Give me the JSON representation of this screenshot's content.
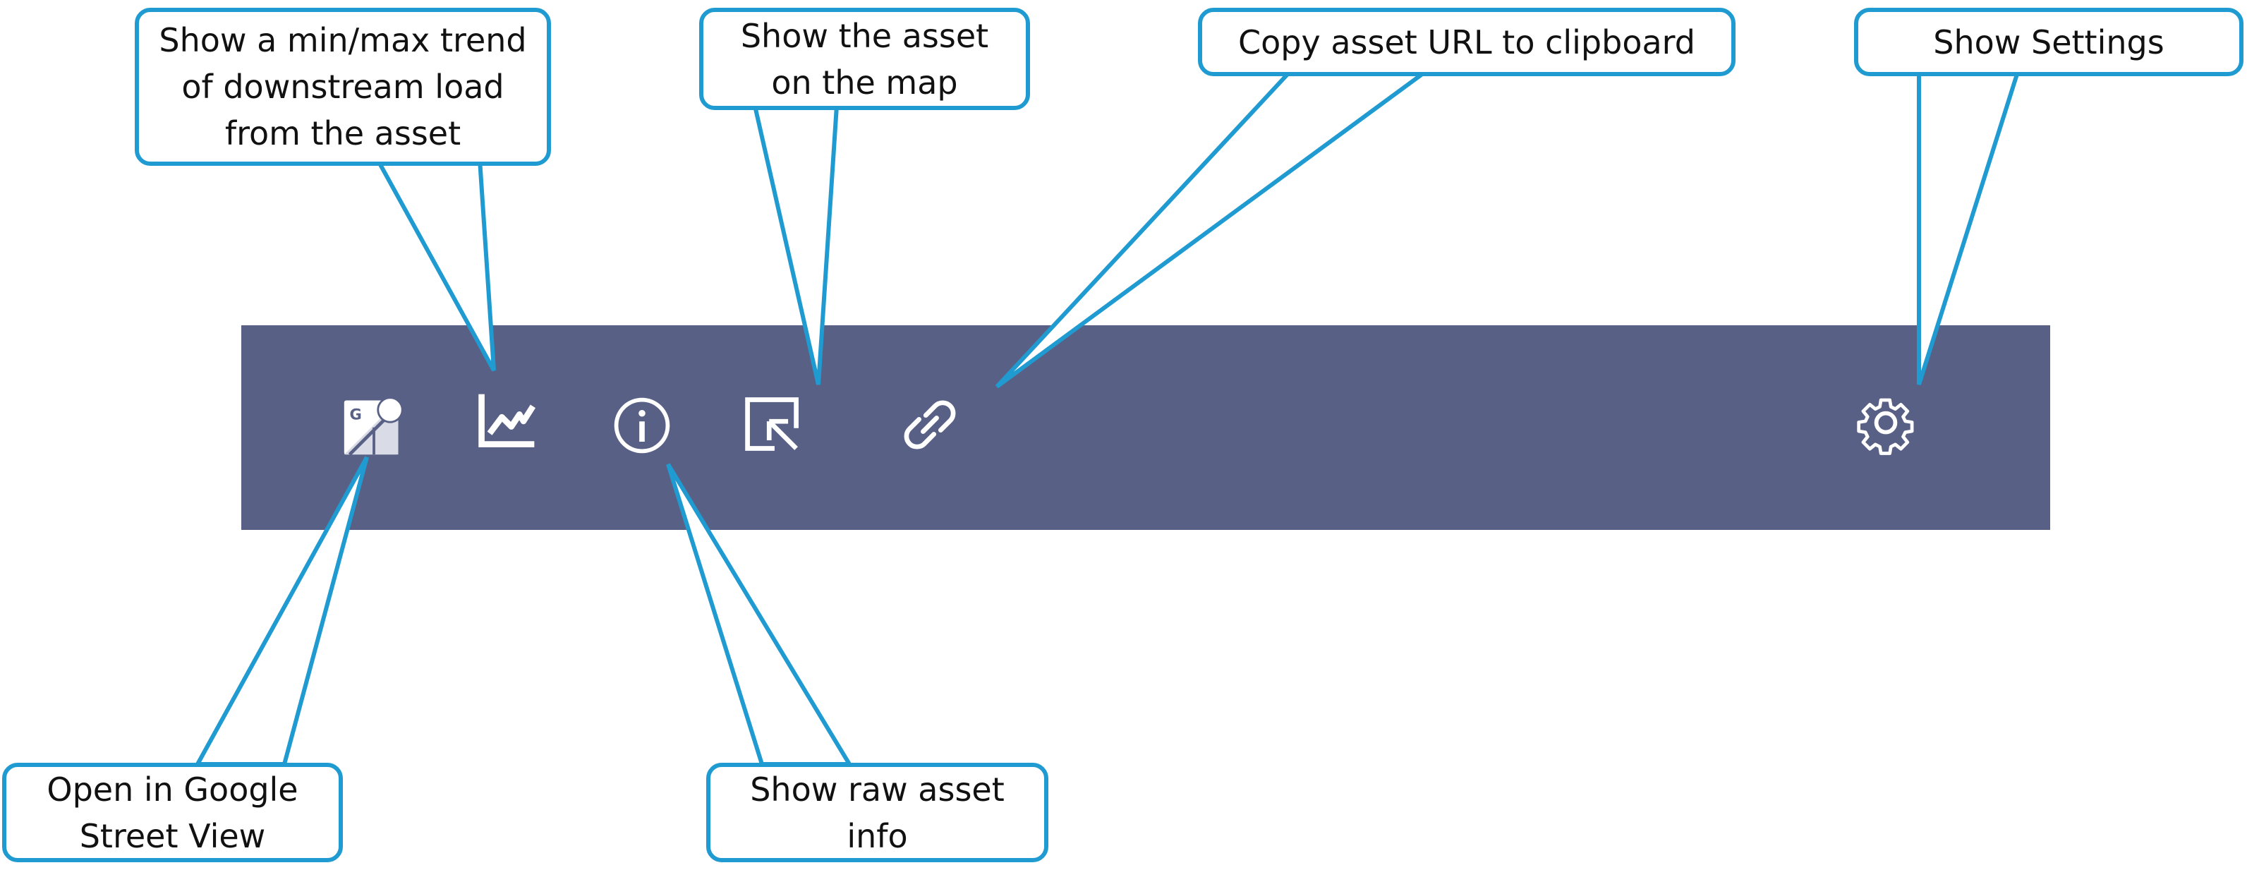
{
  "toolbar": {
    "background": "#586185",
    "icon_color": "#ffffff",
    "tools": [
      {
        "id": "street-view",
        "icon": "google-street-view-icon"
      },
      {
        "id": "trend",
        "icon": "trend-chart-icon"
      },
      {
        "id": "info",
        "icon": "info-icon"
      },
      {
        "id": "map",
        "icon": "show-on-map-icon"
      },
      {
        "id": "link",
        "icon": "link-icon"
      },
      {
        "id": "settings",
        "icon": "gear-icon"
      }
    ]
  },
  "callouts": {
    "border_color": "#1f9bd1",
    "trend": "Show a min/max trend of downstream load from the asset",
    "map": "Show the asset on the map",
    "link": "Copy asset URL to clipboard",
    "settings": "Show Settings",
    "street_view": "Open in Google Street View",
    "info": "Show raw asset info"
  }
}
